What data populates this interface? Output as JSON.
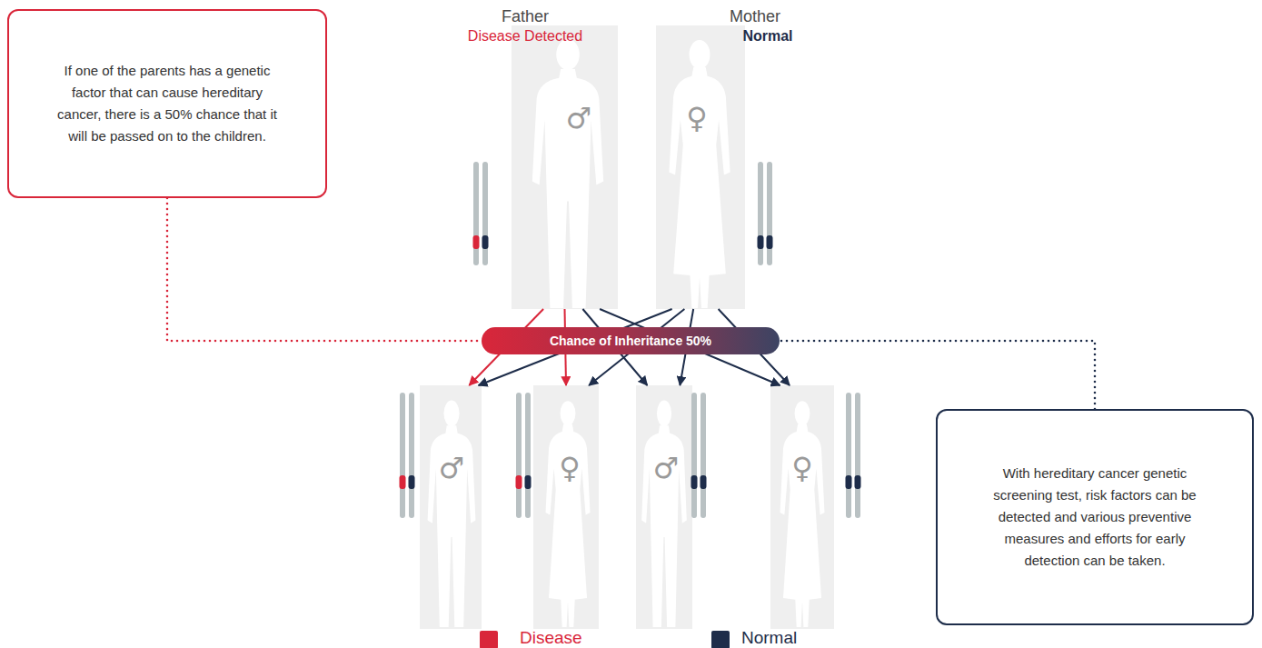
{
  "diagram": {
    "nodes": [
      {
        "text": [
          "If one of the parents has a genetic factor that can cause hereditary cancer, there is a 50% chance that it will be passed on to the children."
        ]
      },
      {
        "text": [
          "Father",
          "Disease Detected",
          "♂"
        ]
      },
      {
        "text": [
          "Mother",
          "Normal",
          "♀"
        ]
      },
      {
        "text": [
          "Chance of Inheritance 50%"
        ]
      },
      {
        "text": [
          "♂"
        ]
      },
      {
        "text": [
          "♀"
        ]
      },
      {
        "text": [
          "♂"
        ]
      },
      {
        "text": [
          "♀"
        ]
      },
      {
        "text": [
          "With hereditary cancer genetic screening test, risk factors can be detected and various preventive measures and efforts for early detection can be taken."
        ]
      }
    ],
    "edges": [
      {
        "from": 0,
        "to": 3,
        "arrow": "none"
      },
      {
        "from": 1,
        "to": 4,
        "arrow": "to"
      },
      {
        "from": 1,
        "to": 5,
        "arrow": "to"
      },
      {
        "from": 1,
        "to": 6,
        "arrow": "to"
      },
      {
        "from": 1,
        "to": 7,
        "arrow": "to"
      },
      {
        "from": 2,
        "to": 4,
        "arrow": "to"
      },
      {
        "from": 2,
        "to": 5,
        "arrow": "to"
      },
      {
        "from": 2,
        "to": 6,
        "arrow": "to"
      },
      {
        "from": 2,
        "to": 7,
        "arrow": "to"
      },
      {
        "from": 8,
        "to": 3,
        "arrow": "none"
      }
    ],
    "legend": [
      {
        "text": "Disease",
        "color": "#d9263a"
      },
      {
        "text": "Normal",
        "color": "#1e2d4a"
      }
    ]
  }
}
